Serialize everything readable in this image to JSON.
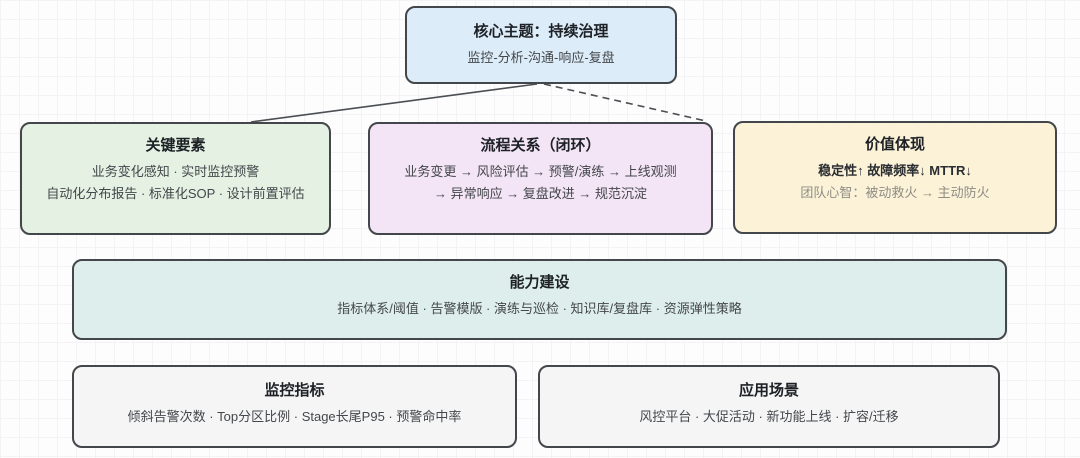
{
  "canvas": {
    "background": "#fdfdfd",
    "grid_color": "#f3f2f4",
    "node_border_color": "#43464a",
    "connector_color": "#4b4e52"
  },
  "nodes": {
    "core": {
      "title": "核心主题：持续治理",
      "lines": [
        "监控-分析-沟通-响应-复盘"
      ],
      "bg": "#dcecf9"
    },
    "key_factors": {
      "title": "关键要素",
      "lines": [
        "业务变化感知 · 实时监控预警",
        "自动化分布报告 · 标准化SOP · 设计前置评估"
      ],
      "bg": "#e4f1e3"
    },
    "process": {
      "title": "流程关系（闭环）",
      "lines": [
        "业务变更 → 风险评估 → 预警/演练 → 上线观测",
        "→ 异常响应 → 复盘改进 → 规范沉淀"
      ],
      "bg": "#f3e4f6"
    },
    "value": {
      "title": "价值体现",
      "lines": [
        "稳定性↑ 故障频率↓ MTTR↓",
        "团队心智：被动救火 → 主动防火"
      ],
      "bg": "#fbf2d8"
    },
    "capability": {
      "title": "能力建设",
      "lines": [
        "指标体系/阈值 · 告警模版 · 演练与巡检 · 知识库/复盘库 · 资源弹性策略"
      ],
      "bg": "#deeeec"
    },
    "metrics": {
      "title": "监控指标",
      "lines": [
        "倾斜告警次数 · Top分区比例 · Stage长尾P95 · 预警命中率"
      ],
      "bg": "#f5f5f5"
    },
    "scenarios": {
      "title": "应用场景",
      "lines": [
        "风控平台 · 大促活动 · 新功能上线 · 扩容/迁移"
      ],
      "bg": "#f5f5f5"
    }
  },
  "edges": [
    {
      "from": "core",
      "to": "key_factors",
      "style": "solid"
    },
    {
      "from": "core",
      "to": "value",
      "style": "dashed"
    }
  ]
}
